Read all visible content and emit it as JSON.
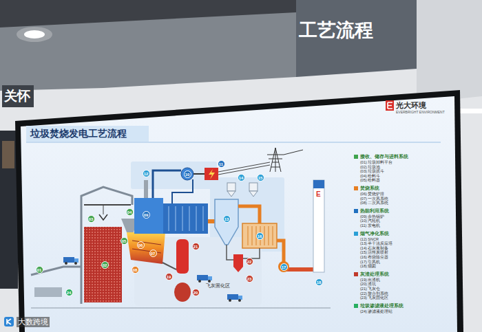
{
  "diagram": {
    "title": "垃圾焚烧发电工艺流程",
    "nodes": [
      {
        "text": [
          "工艺流程"
        ]
      },
      {
        "text": [
          "关怀"
        ]
      }
    ],
    "labels": [
      "光大环境",
      "EVERBRIGHT ENVIRONMENT",
      "01",
      "02",
      "03",
      "04",
      "05",
      "06",
      "07",
      "08",
      "09",
      "10",
      "11",
      "12",
      "13",
      "14",
      "15",
      "16",
      "17",
      "18",
      "19",
      "20",
      "21",
      "22",
      "23",
      "24",
      "飞灰固化区",
      "E",
      "(01) 垃圾卸料平台",
      "(02) 垃圾池",
      "(03) 垃圾抓斗",
      "(04) 给料斗",
      "(05) 给料器",
      "(06) 焚烧炉排",
      "(07) 一次风系统",
      "(08) 二次风系统",
      "(09) 余热锅炉",
      "(10) 汽轮机",
      "(11) 发电机",
      "(12) SNCR",
      "(13) 半干法反应塔",
      "(14) 石灰浆制备",
      "(15) 活性炭喷射",
      "(16) 布袋除尘器",
      "(17) 引风机",
      "(18) 烟囱",
      "(19) 出渣机",
      "(20) 渣坑",
      "(21) 飞灰仓",
      "(22) 螯合剂系统",
      "(23) 飞灰固化区",
      "(24) 渗滤液处理站",
      "大数跨境"
    ],
    "legend": [
      {
        "text": "接收、储存与进料系统",
        "color": "#3fa34d"
      },
      {
        "text": "焚烧系统",
        "color": "#e67e22"
      },
      {
        "text": "热能利用系统",
        "color": "#1f6fbf"
      },
      {
        "text": "烟气净化系统",
        "color": "#2a9fd6"
      },
      {
        "text": "灰渣处理系统",
        "color": "#c0392b"
      },
      {
        "text": "垃圾渗滤液处理系统",
        "color": "#27ae60"
      }
    ]
  }
}
